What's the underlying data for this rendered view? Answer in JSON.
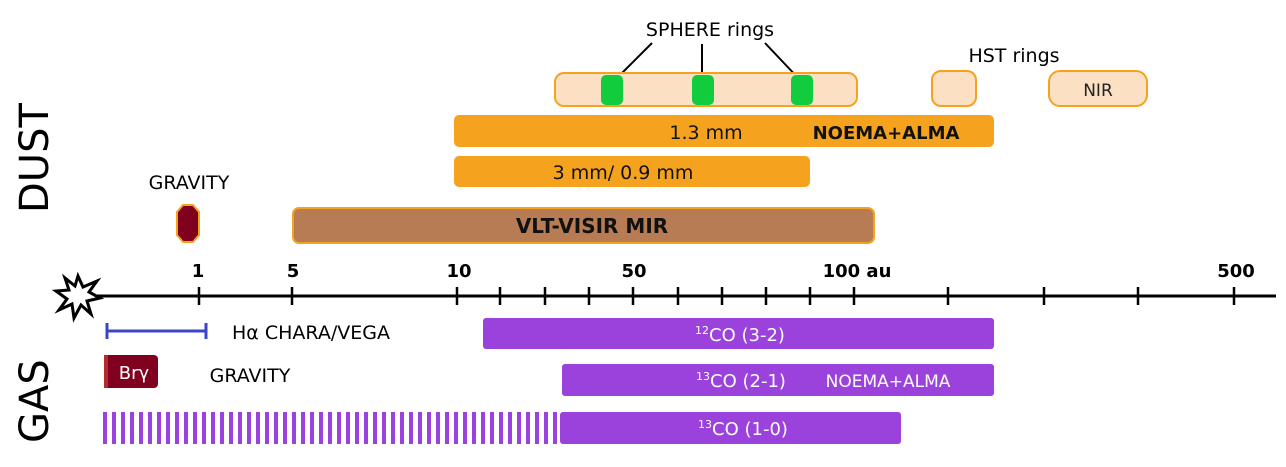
{
  "side_labels": {
    "dust": "DUST",
    "gas": "GAS"
  },
  "axis": {
    "tick_labels": [
      "1",
      "5",
      "10",
      "50",
      "100 au",
      "500"
    ],
    "star_icon": "star-burst-icon"
  },
  "dust": {
    "sphere_label": "SPHERE rings",
    "hst_label": "HST rings",
    "nir_label": "NIR",
    "mm13_label": "1.3 mm",
    "noema_alma_label": "NOEMA+ALMA",
    "mm3_label": "3 mm/ 0.9 mm",
    "visir_label": "VLT-VISIR MIR",
    "gravity_label": "GRAVITY"
  },
  "gas": {
    "halpha_label": "Hα CHARA/VEGA",
    "bry_label": "Brγ",
    "gravity_label": "GRAVITY",
    "co12_iso": "12",
    "co12_label": "CO (3-2)",
    "co13_21_iso": "13",
    "co13_21_label": "CO (2-1)",
    "co13_21_note": "NOEMA+ALMA",
    "co13_10_iso": "13",
    "co13_10_label": "CO (1-0)"
  },
  "colors": {
    "orange": "#f5a31e",
    "light_orange": "#fbe0c3",
    "green": "#11cc3c",
    "brown": "#b87c55",
    "dark_red": "#800020",
    "purple": "#9b42dc",
    "blue": "#3a45c8"
  }
}
